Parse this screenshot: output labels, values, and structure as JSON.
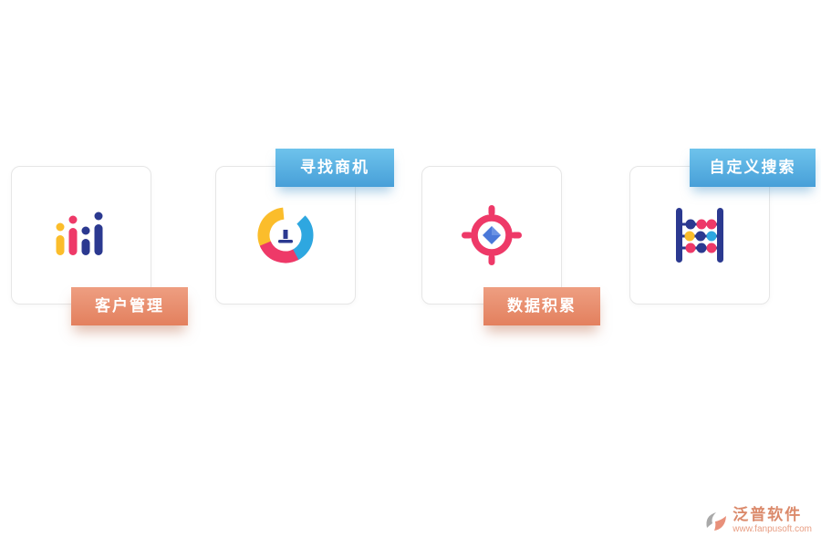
{
  "cards": [
    {
      "label": "客户管理",
      "icon": "bar-chart-icon",
      "badge_color": "salmon",
      "badge_position": "bottom"
    },
    {
      "label": "寻找商机",
      "icon": "donut-chart-icon",
      "badge_color": "blue",
      "badge_position": "top"
    },
    {
      "label": "数据积累",
      "icon": "target-icon",
      "badge_color": "salmon",
      "badge_position": "bottom"
    },
    {
      "label": "自定义搜索",
      "icon": "abacus-icon",
      "badge_color": "blue",
      "badge_position": "top"
    }
  ],
  "footer": {
    "brand": "泛普软件",
    "url": "www.fanpusoft.com"
  },
  "colors": {
    "badge_blue": "#55aede",
    "badge_salmon": "#e8907a",
    "icon_pink": "#ee3968",
    "icon_yellow": "#fbbd2b",
    "icon_navy": "#2b3990",
    "icon_blue": "#4a78d9",
    "card_border": "#e6e6e6",
    "background": "#ffffff"
  }
}
